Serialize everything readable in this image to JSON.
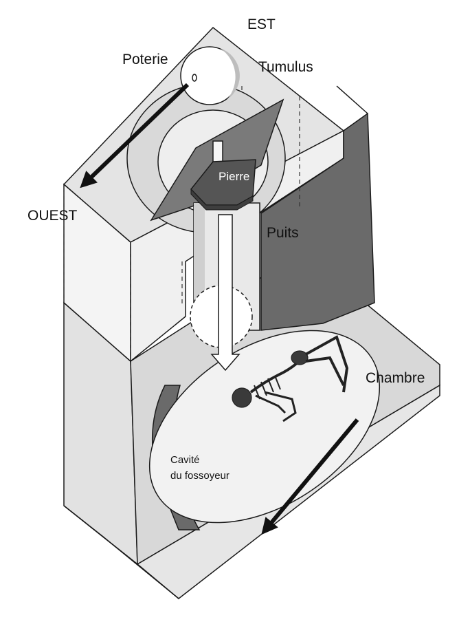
{
  "labels": {
    "east": "EST",
    "west": "OUEST",
    "pottery": "Poterie",
    "tumulus": "Tumulus",
    "stone": "Pierre",
    "shaft": "Puits",
    "chamber": "Chambre",
    "digger_cavity_line1": "Cavité",
    "digger_cavity_line2": "du fossoyeur"
  },
  "colors": {
    "light_gray": "#e4e4e4",
    "mid_gray": "#cfcfcf",
    "dark_gray": "#6a6a6a",
    "stone": "#555555",
    "outline": "#1a1a1a",
    "cavity": "#f2f2f2"
  }
}
